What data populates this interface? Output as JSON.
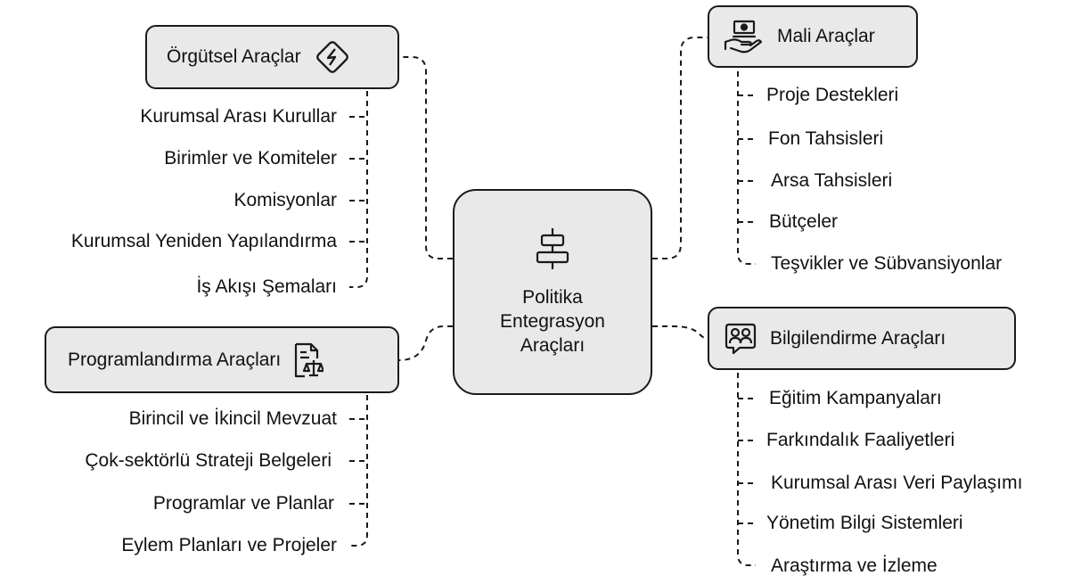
{
  "center": {
    "title_lines": [
      "Politika",
      "Entegrasyon",
      "Araçları"
    ],
    "icon": "align-center-icon"
  },
  "orgutsel": {
    "label": "Örgütsel Araçlar",
    "icon": "diamond-bolt-icon",
    "items": [
      "Kurumsal Arası Kurullar",
      "Birimler ve Komiteler",
      "Komisyonlar",
      "Kurumsal Yeniden Yapılandırma",
      "İş Akışı Şemaları"
    ]
  },
  "program": {
    "label": "Programlandırma Araçları",
    "icon": "document-scales-icon",
    "items": [
      "Birincil ve İkincil Mevzuat",
      "Çok-sektörlü Strateji Belgeleri",
      "Programlar ve Planlar",
      "Eylem Planları ve Projeler"
    ]
  },
  "mali": {
    "label": "Mali Araçlar",
    "icon": "hand-money-icon",
    "items": [
      "Proje Destekleri",
      "Fon Tahsisleri",
      "Arsa Tahsisleri",
      "Bütçeler",
      "Teşvikler ve Sübvansiyonlar"
    ]
  },
  "bilgi": {
    "label": "Bilgilendirme Araçları",
    "icon": "people-chat-icon",
    "items": [
      "Eğitim Kampanyaları",
      "Farkındalık Faaliyetleri",
      "Kurumsal Arası Veri Paylaşımı",
      "Yönetim Bilgi Sistemleri",
      "Araştırma ve İzleme"
    ]
  }
}
